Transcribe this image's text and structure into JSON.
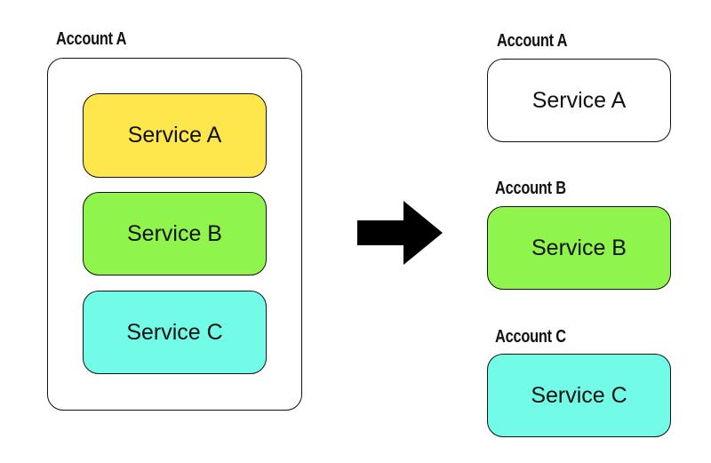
{
  "left": {
    "account_label": "Account A",
    "services": [
      {
        "label": "Service A",
        "color": "#fde74c"
      },
      {
        "label": "Service B",
        "color": "#8ff54c"
      },
      {
        "label": "Service C",
        "color": "#72fce7"
      }
    ]
  },
  "arrow": {
    "icon": "right-arrow-icon",
    "color": "#000000"
  },
  "right": {
    "accounts": [
      {
        "account_label": "Account A",
        "service_label": "Service A",
        "color": "#ffffff"
      },
      {
        "account_label": "Account B",
        "service_label": "Service B",
        "color": "#8ff54c"
      },
      {
        "account_label": "Account C",
        "service_label": "Service C",
        "color": "#72fce7"
      }
    ]
  }
}
